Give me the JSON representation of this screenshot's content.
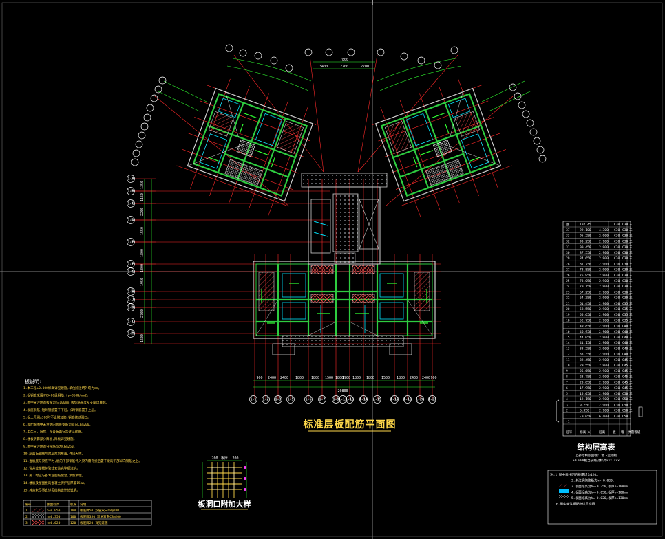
{
  "drawing": {
    "title": "标准层板配筋平面图",
    "detail_title": "板洞口附加大样",
    "level_table_title": "结构层高表",
    "level_table_note_1": "上部结构嵌固端: 地下室顶板",
    "level_table_note_2": "±0.000相当于绝对标高xxx.xxx"
  },
  "axis_labels_bottom": [
    "1-1",
    "1-2",
    "1-3",
    "1-5",
    "1-6",
    "1-7",
    "1-9",
    "1-11",
    "1-13",
    "1-14",
    "1-15",
    "1-17",
    "1-19",
    "1-20",
    "1-21"
  ],
  "axis_labels_left": [
    "1-A",
    "1-B",
    "1-C",
    "1-D",
    "1-E",
    "1-F",
    "1-G",
    "1-H",
    "1-J",
    "1-K",
    "1-L",
    "1-M"
  ],
  "dims_bottom": [
    "900",
    "2400",
    "2400",
    "1800",
    "1800",
    "1500",
    "1800",
    "1900",
    "1800",
    "1800",
    "1500",
    "1800",
    "2400",
    "2400",
    "900"
  ],
  "dim_total_bottom": "20800",
  "dims_top": [
    "3400",
    "2700",
    "2700"
  ],
  "dim_total_top": "7800",
  "dims_left": [
    "1350",
    "1150",
    "2200",
    "1550",
    "1800",
    "1800",
    "1950",
    "2700",
    "1600"
  ],
  "detail_dims": [
    "200",
    "板厚",
    "200"
  ],
  "level_table": {
    "rows": [
      [
        "屋",
        "102.45",
        "",
        "C30",
        "C30",
        "三"
      ],
      [
        "37",
        "99.100",
        "4.300",
        "C30",
        "C30",
        "三"
      ],
      [
        "33",
        "95.250",
        "2.900",
        "C30",
        "C30",
        "三"
      ],
      [
        "32",
        "93.250",
        "2.900",
        "C30",
        "C30",
        "三"
      ],
      [
        "31",
        "90.450",
        "2.900",
        "C30",
        "C30",
        "三"
      ],
      [
        "30",
        "87.550",
        "2.900",
        "C30",
        "C30",
        "三"
      ],
      [
        "29",
        "84.650",
        "2.900",
        "C30",
        "C30",
        "三"
      ],
      [
        "28",
        "81.750",
        "2.900",
        "C30",
        "C30",
        "三"
      ],
      [
        "27",
        "78.850",
        "2.900",
        "C30",
        "C30",
        "三"
      ],
      [
        "26",
        "75.950",
        "2.900",
        "C30",
        "C30",
        "三"
      ],
      [
        "25",
        "73.050",
        "2.900",
        "C30",
        "C30",
        "三"
      ],
      [
        "24",
        "70.150",
        "2.900",
        "C30",
        "C30",
        "三"
      ],
      [
        "23",
        "67.250",
        "2.900",
        "C30",
        "C30",
        "三"
      ],
      [
        "22",
        "64.350",
        "2.900",
        "C30",
        "C30",
        "三"
      ],
      [
        "21",
        "61.450",
        "2.900",
        "C30",
        "C35",
        "三"
      ],
      [
        "20",
        "58.550",
        "2.900",
        "C30",
        "C35",
        "三"
      ],
      [
        "19",
        "55.650",
        "2.900",
        "C30",
        "C35",
        "三"
      ],
      [
        "18",
        "52.750",
        "2.900",
        "C30",
        "C35",
        "三"
      ],
      [
        "17",
        "49.850",
        "2.900",
        "C30",
        "C40",
        "三"
      ],
      [
        "16",
        "46.950",
        "2.900",
        "C30",
        "C40",
        "三"
      ],
      [
        "15",
        "44.050",
        "2.900",
        "C30",
        "C40",
        "三"
      ],
      [
        "14",
        "41.150",
        "2.900",
        "C30",
        "C40",
        "三"
      ],
      [
        "13",
        "38.250",
        "2.900",
        "C30",
        "C40",
        "三"
      ],
      [
        "12",
        "35.350",
        "2.900",
        "C30",
        "C40",
        "三"
      ],
      [
        "11",
        "32.450",
        "2.900",
        "C30",
        "C45",
        "三"
      ],
      [
        "10",
        "29.550",
        "2.900",
        "C30",
        "C45",
        "三"
      ],
      [
        "9",
        "26.650",
        "2.900",
        "C30",
        "C45",
        "三"
      ],
      [
        "8",
        "23.750",
        "2.900",
        "C30",
        "C45",
        "三"
      ],
      [
        "7",
        "20.850",
        "2.900",
        "C30",
        "C45",
        "三"
      ],
      [
        "6",
        "17.950",
        "2.900",
        "C30",
        "C45",
        "三"
      ],
      [
        "5",
        "15.050",
        "2.900",
        "C30",
        "C50",
        "三"
      ],
      [
        "4",
        "12.150",
        "2.900",
        "C30",
        "C50",
        "三"
      ],
      [
        "3",
        "9.250",
        "2.900",
        "C30",
        "C50",
        "三"
      ],
      [
        "2",
        "6.350",
        "2.900",
        "C30",
        "C50",
        "三"
      ],
      [
        "1",
        "-0.050",
        "6.400",
        "C30",
        "C50",
        "二"
      ],
      [
        "-1",
        "",
        "",
        "",
        "",
        ""
      ]
    ],
    "footer": [
      "层号",
      "标高(m)",
      "层高",
      "板",
      "墙",
      "抗震等级"
    ]
  },
  "notes": {
    "title": "板说明:",
    "lines": [
      "1.本工程±0.000标高详见建施,单位除注明外均为mm。",
      "2.板钢筋采用HRB400级钢筋,fy=360N/mm2。",
      "3.图中未注明的板厚为h=100mm,板负筋长度从支座边算起。",
      "4.板底钢筋,短跨钢筋置于下层,长跨钢筋置于上层。",
      "5.板上开洞≤300时不设附加筋,钢筋绕过洞口。",
      "6.板配筋图中未注明的板底钢筋为双向C8@200。",
      "7.卫生间、厨房、阳台板面标高详见建施。",
      "8.楼板阴影部分降板,降板详见建施。",
      "9.图中未注明的分布筋均为C6@250。",
      "10.屋面板钢筋均双层双向布置,详见大样。",
      "11.当板底与梁底平时,板的下部钢筋伸入梁内需弯折后置于梁的下部纵向钢筋之上。",
      "12.管井处楼板待管线安装完毕后浇筑。",
      "13.施工时应与各专业图纸配合,预留预埋。",
      "14.楼板及屋面板的混凝土保护层厚度15mm。",
      "15.其余未尽事宜详见结构设计总说明。"
    ],
    "legend_rows": [
      [
        "1",
        "h=0.050",
        "100",
        "板底降50,双层双向C8@200"
      ],
      [
        "2",
        "h=0.350",
        "100",
        "板底降350,双层双向C8@200"
      ],
      [
        "3",
        "h=0.020",
        "120",
        "板底降20,详见建施"
      ]
    ],
    "legend_header": [
      "编号",
      "板面标高",
      "板厚",
      "说明"
    ]
  },
  "right_notes": {
    "lines": [
      "注:1.图中未注明的板厚均为120。",
      "2.未注明的降板为h=-0.020。",
      "3.板面标高为h=-0.350,板厚h=100mm",
      "4.板面标高为h=-0.050,板厚h=100mm",
      "5.板面标高为h=-0.020,板厚h=130mm",
      "6.图中未注明配筋详见说明"
    ]
  },
  "colors": {
    "background": "#000000",
    "wall": "#2ecc40",
    "axis": "#ff2a2a",
    "beam": "#00e5ff",
    "dim": "#32ff32",
    "text": "#ffffff",
    "yellow": "#ffd84a",
    "hatch": "#ff5050",
    "magenta": "#ff3cff"
  }
}
